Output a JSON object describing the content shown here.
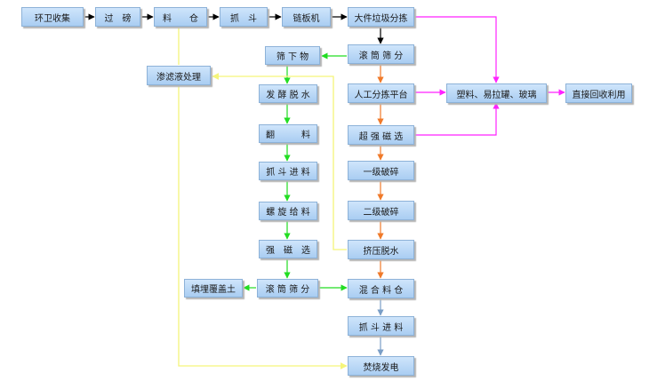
{
  "nodes": {
    "sanitation": "环卫收集",
    "weigh": "过　磅",
    "bin": "料　　仓",
    "grab": "抓　斗",
    "conveyor": "链板机",
    "bulky_sort": "大件垃圾分拣",
    "drum_screen1": "滚 筒 筛 分",
    "undersize": "筛 下 物",
    "leachate": "渗滤液处理",
    "ferment": "发 酵 脱 水",
    "manual_sort": "人工分拣平台",
    "plastic": "塑料、易拉罐、玻璃",
    "reuse": "直接回收利用",
    "turn": "翻　　　料",
    "magnet1": "超 强 磁 选",
    "grab_feed1": "抓 斗 进 料",
    "crush1": "一级破碎",
    "screw_feed": "螺 旋 给 料",
    "crush2": "二级破碎",
    "magnet2": "强　磁　选",
    "press": "挤压脱水",
    "landfill": "填埋覆盖土",
    "drum_screen2": "滚 筒 筛 分",
    "mix_bin": "混 合 料 仓",
    "grab_feed2": "抓 斗 进 料",
    "power": "焚烧发电"
  },
  "colors": {
    "black": "#000000",
    "magenta": "#ff22ff",
    "orange": "#f07a2a",
    "green": "#22dd22",
    "yellow": "#f5f57a",
    "steel": "#7a9ec6"
  }
}
